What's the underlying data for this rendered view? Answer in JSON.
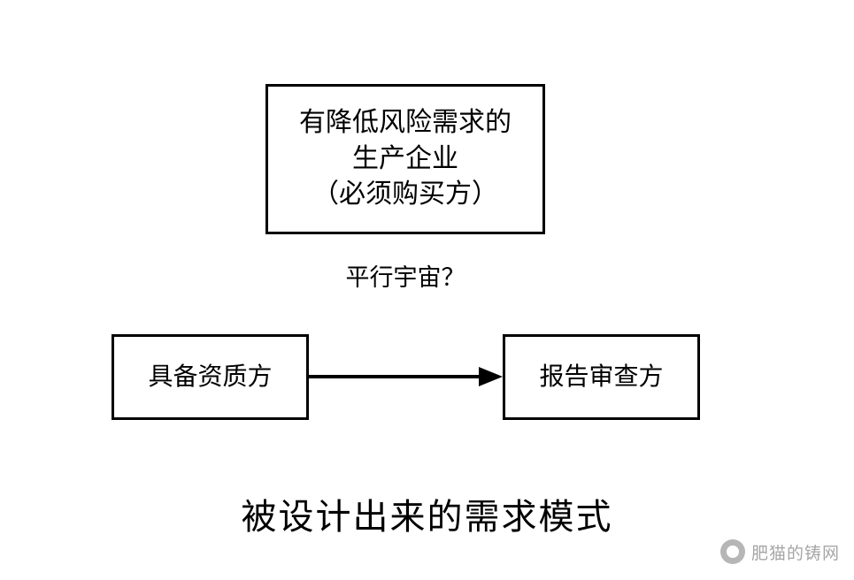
{
  "diagram": {
    "boxes": [
      {
        "id": "producer",
        "lines": [
          "有降低风险需求的",
          "生产企业",
          "（必须购买方）"
        ]
      },
      {
        "id": "qualified",
        "label": "具备资质方"
      },
      {
        "id": "reviewer",
        "label": "报告审查方"
      }
    ],
    "labels": {
      "parallel_universe": "平行宇宙？",
      "bottom_caption": "被设计出来的需求模式"
    },
    "connector": {
      "name": "arrow-qualified-to-reviewer",
      "direction": "right"
    },
    "colors": {
      "stroke": "#000000",
      "background": "#ffffff",
      "watermark_text": "#6f6f6f"
    }
  },
  "watermark": {
    "text": "肥猫的铸网"
  }
}
